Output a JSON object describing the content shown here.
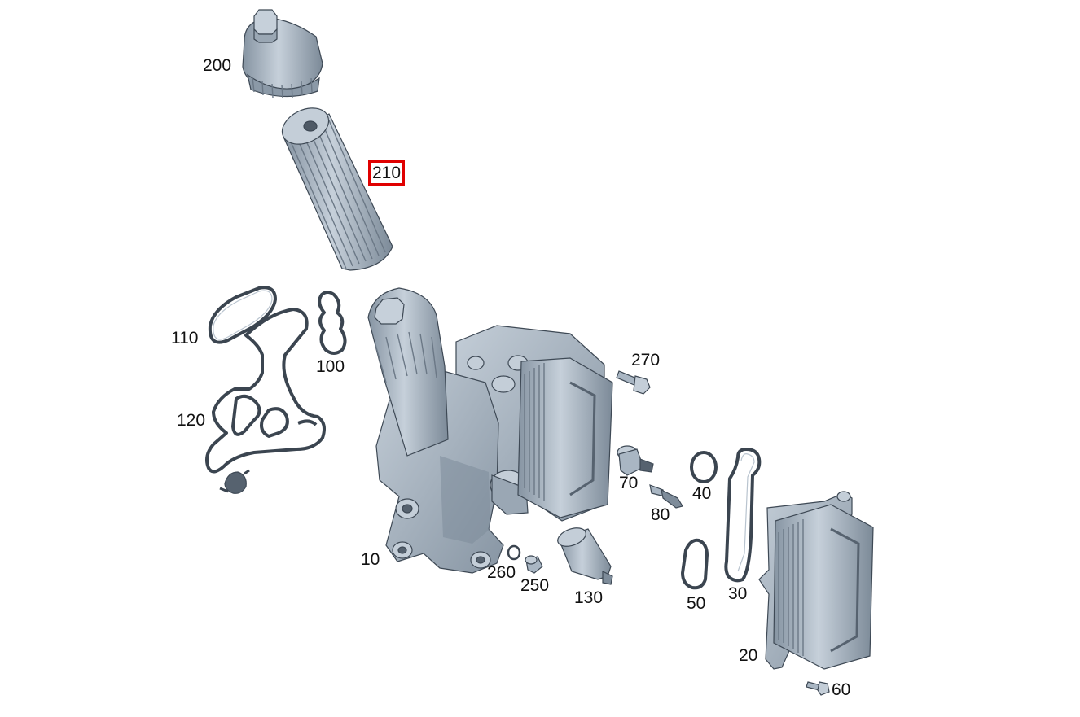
{
  "diagram": {
    "colors": {
      "part_fill": "#a9b6c3",
      "part_shadow": "#7e8c9a",
      "gasket": "#3b4550",
      "highlight": "#e00000"
    },
    "selected_callout": "210",
    "callouts": [
      {
        "id": "c200",
        "label": "200"
      },
      {
        "id": "c210",
        "label": "210"
      },
      {
        "id": "c110",
        "label": "110"
      },
      {
        "id": "c100",
        "label": "100"
      },
      {
        "id": "c120",
        "label": "120"
      },
      {
        "id": "c270",
        "label": "270"
      },
      {
        "id": "c70",
        "label": "70"
      },
      {
        "id": "c40",
        "label": "40"
      },
      {
        "id": "c80",
        "label": "80"
      },
      {
        "id": "c10",
        "label": "10"
      },
      {
        "id": "c260",
        "label": "260"
      },
      {
        "id": "c250",
        "label": "250"
      },
      {
        "id": "c130",
        "label": "130"
      },
      {
        "id": "c50",
        "label": "50"
      },
      {
        "id": "c30",
        "label": "30"
      },
      {
        "id": "c20",
        "label": "20"
      },
      {
        "id": "c60",
        "label": "60"
      }
    ]
  }
}
